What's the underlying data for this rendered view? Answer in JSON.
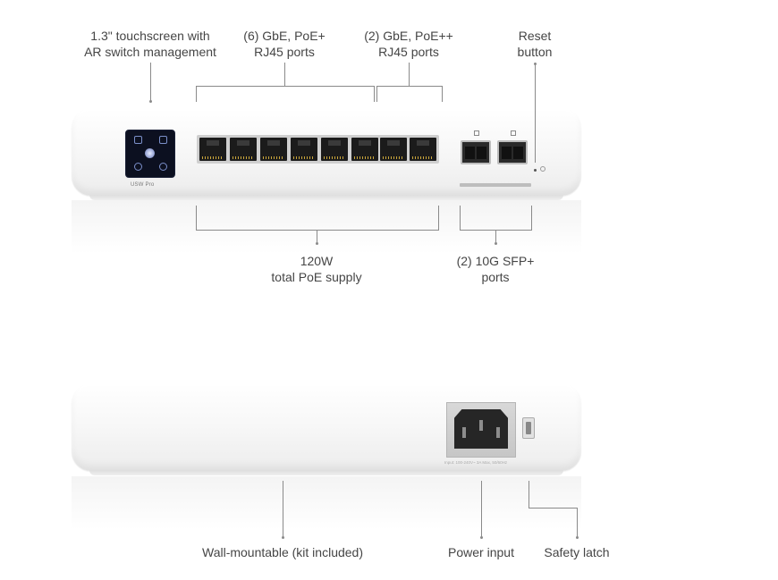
{
  "callouts": {
    "touchscreen": [
      "1.3\" touchscreen with",
      "AR switch management"
    ],
    "gbe_poe_plus": [
      "(6) GbE, PoE+",
      "RJ45 ports"
    ],
    "gbe_poe_plus_plus": [
      "(2) GbE, PoE++",
      "RJ45 ports"
    ],
    "reset": [
      "Reset",
      "button"
    ],
    "poe_supply": [
      "120W",
      "total PoE supply"
    ],
    "sfp": [
      "(2) 10G SFP+",
      "ports"
    ],
    "wall_mount": "Wall-mountable (kit included)",
    "power_input": "Power input",
    "safety_latch": "Safety latch"
  },
  "device": {
    "brand_text": "USW Pro",
    "inlet_text": "Input: 100-240V~ 3A Max, 50/60Hz"
  },
  "colors": {
    "line": "#8a8a8a",
    "screen": "#0c1020",
    "port": "#1b1b1b"
  }
}
